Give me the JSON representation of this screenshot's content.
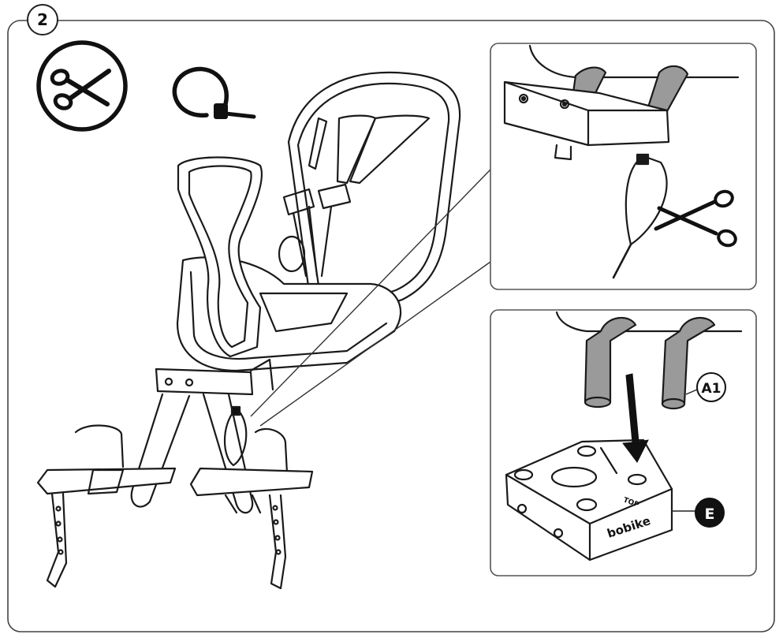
{
  "step": {
    "number": "2"
  },
  "icons": {
    "cut": "scissors-icon",
    "tie": "cable-tie-icon"
  },
  "callouts": {
    "a1": "A1",
    "e": "E"
  },
  "product": {
    "brand": "bobike",
    "top_mark": "TOP"
  },
  "colors": {
    "line": "#1a1a1a",
    "tube_fill": "#9a9a9a",
    "panel_border": "#555555",
    "badge_dark": "#111111"
  }
}
